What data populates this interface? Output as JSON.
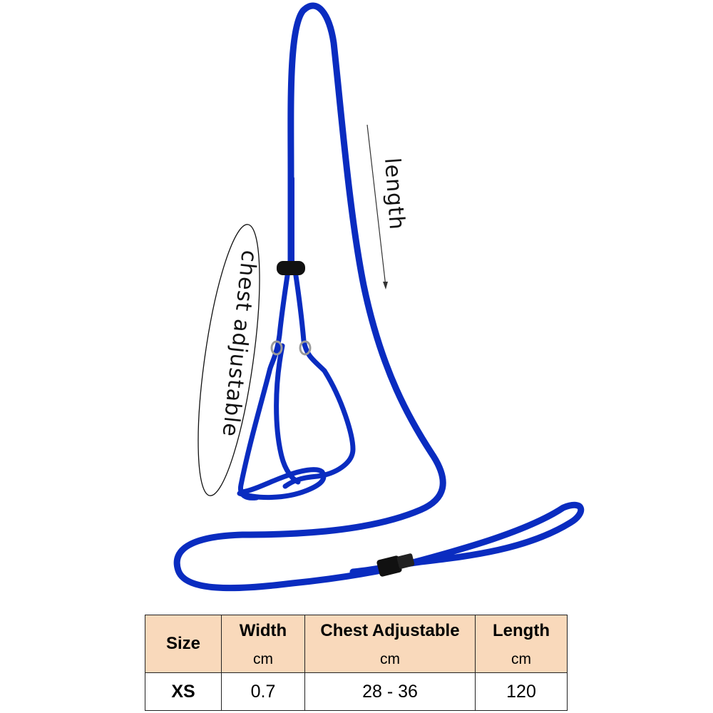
{
  "annotations": {
    "length_label": "length",
    "chest_label": "chest adjustable"
  },
  "colors": {
    "rope": "#0a2cc0",
    "rope_dark": "#061b8a",
    "header_bg": "#f9d9bb",
    "slider": "#111111"
  },
  "table": {
    "headers": {
      "size": "Size",
      "width": "Width",
      "width_unit": "cm",
      "chest": "Chest Adjustable",
      "chest_unit": "cm",
      "length": "Length",
      "length_unit": "cm"
    },
    "rows": [
      {
        "size": "XS",
        "width": "0.7",
        "chest": "28 - 36",
        "length": "120"
      }
    ]
  }
}
